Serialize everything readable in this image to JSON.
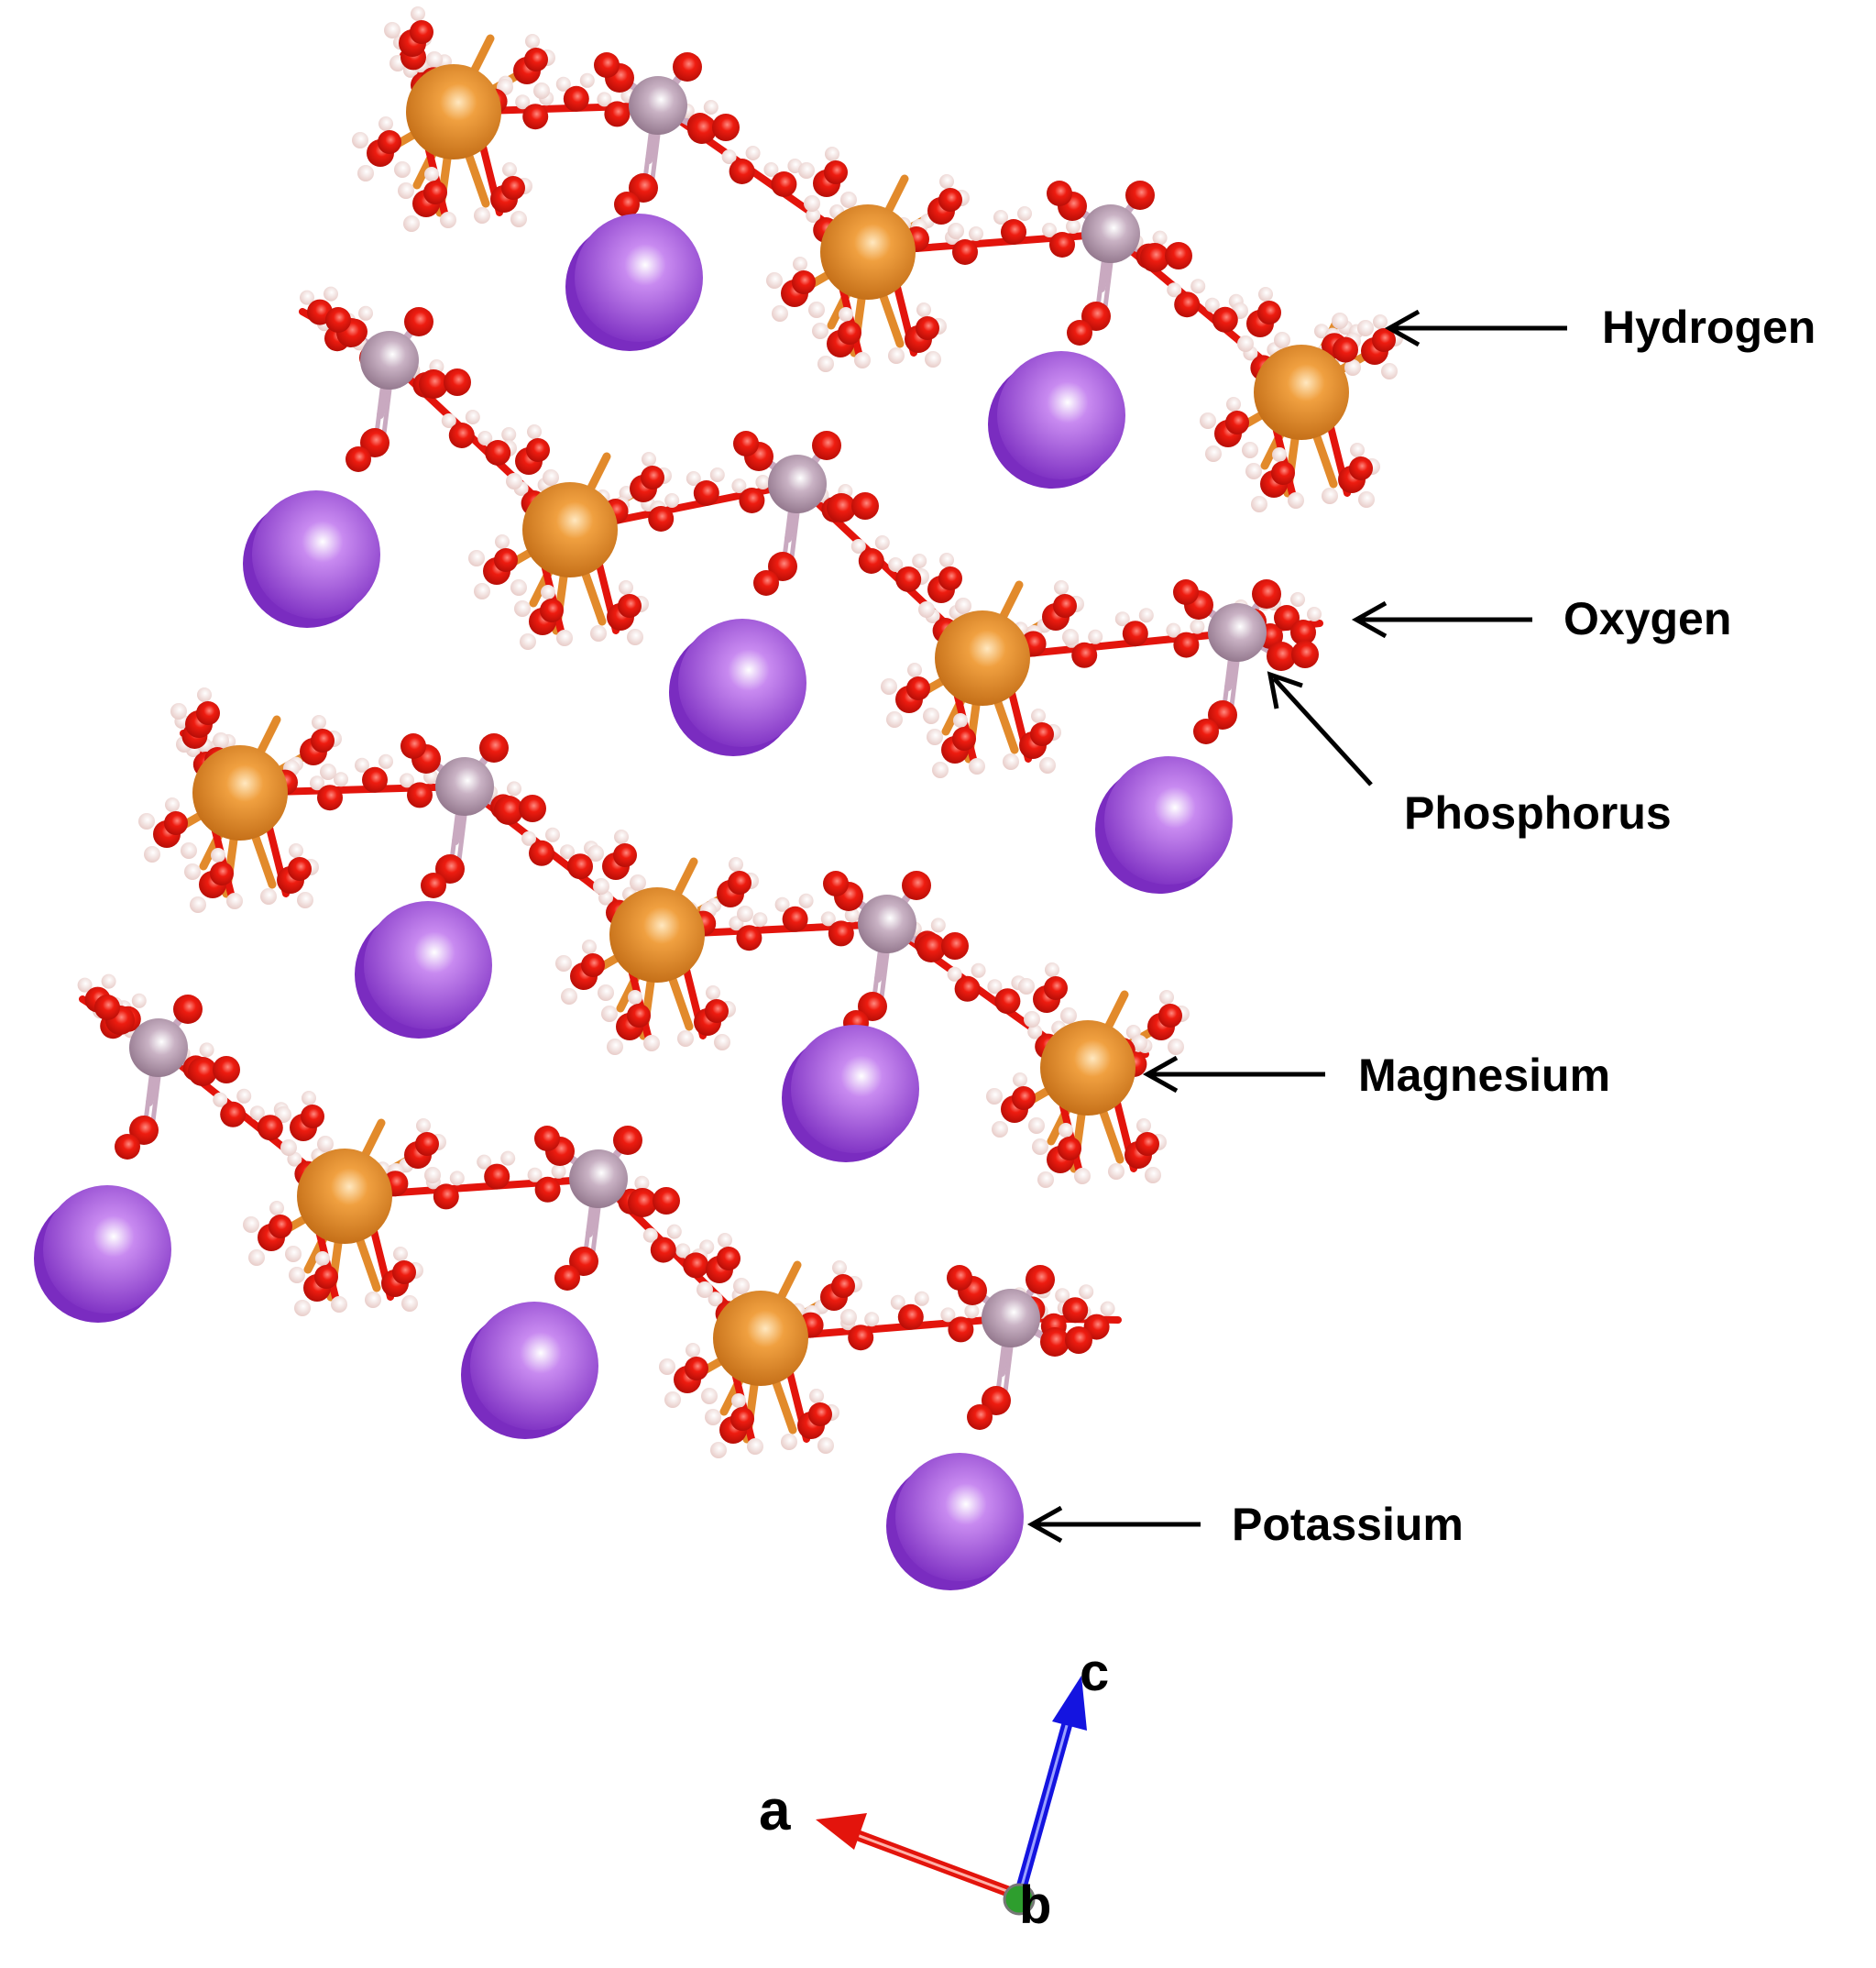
{
  "labels": {
    "hydrogen": "Hydrogen",
    "oxygen": "Oxygen",
    "phosphorus": "Phosphorus",
    "magnesium": "Magnesium",
    "potassium": "Potassium"
  },
  "axes": {
    "a": "a",
    "b": "b",
    "c": "c"
  },
  "colors": {
    "potassium": "#8e3fd0",
    "magnesium": "#e28a2b",
    "phosphorus": "#b79bb0",
    "oxygen": "#e3140c",
    "hydrogen": "#f2dcd8",
    "axis_a": "#e3140c",
    "axis_b": "#2e9e2e",
    "axis_c": "#1414e0",
    "bond_mg": "#e28a2b",
    "bond_p": "#c9a9c0"
  }
}
